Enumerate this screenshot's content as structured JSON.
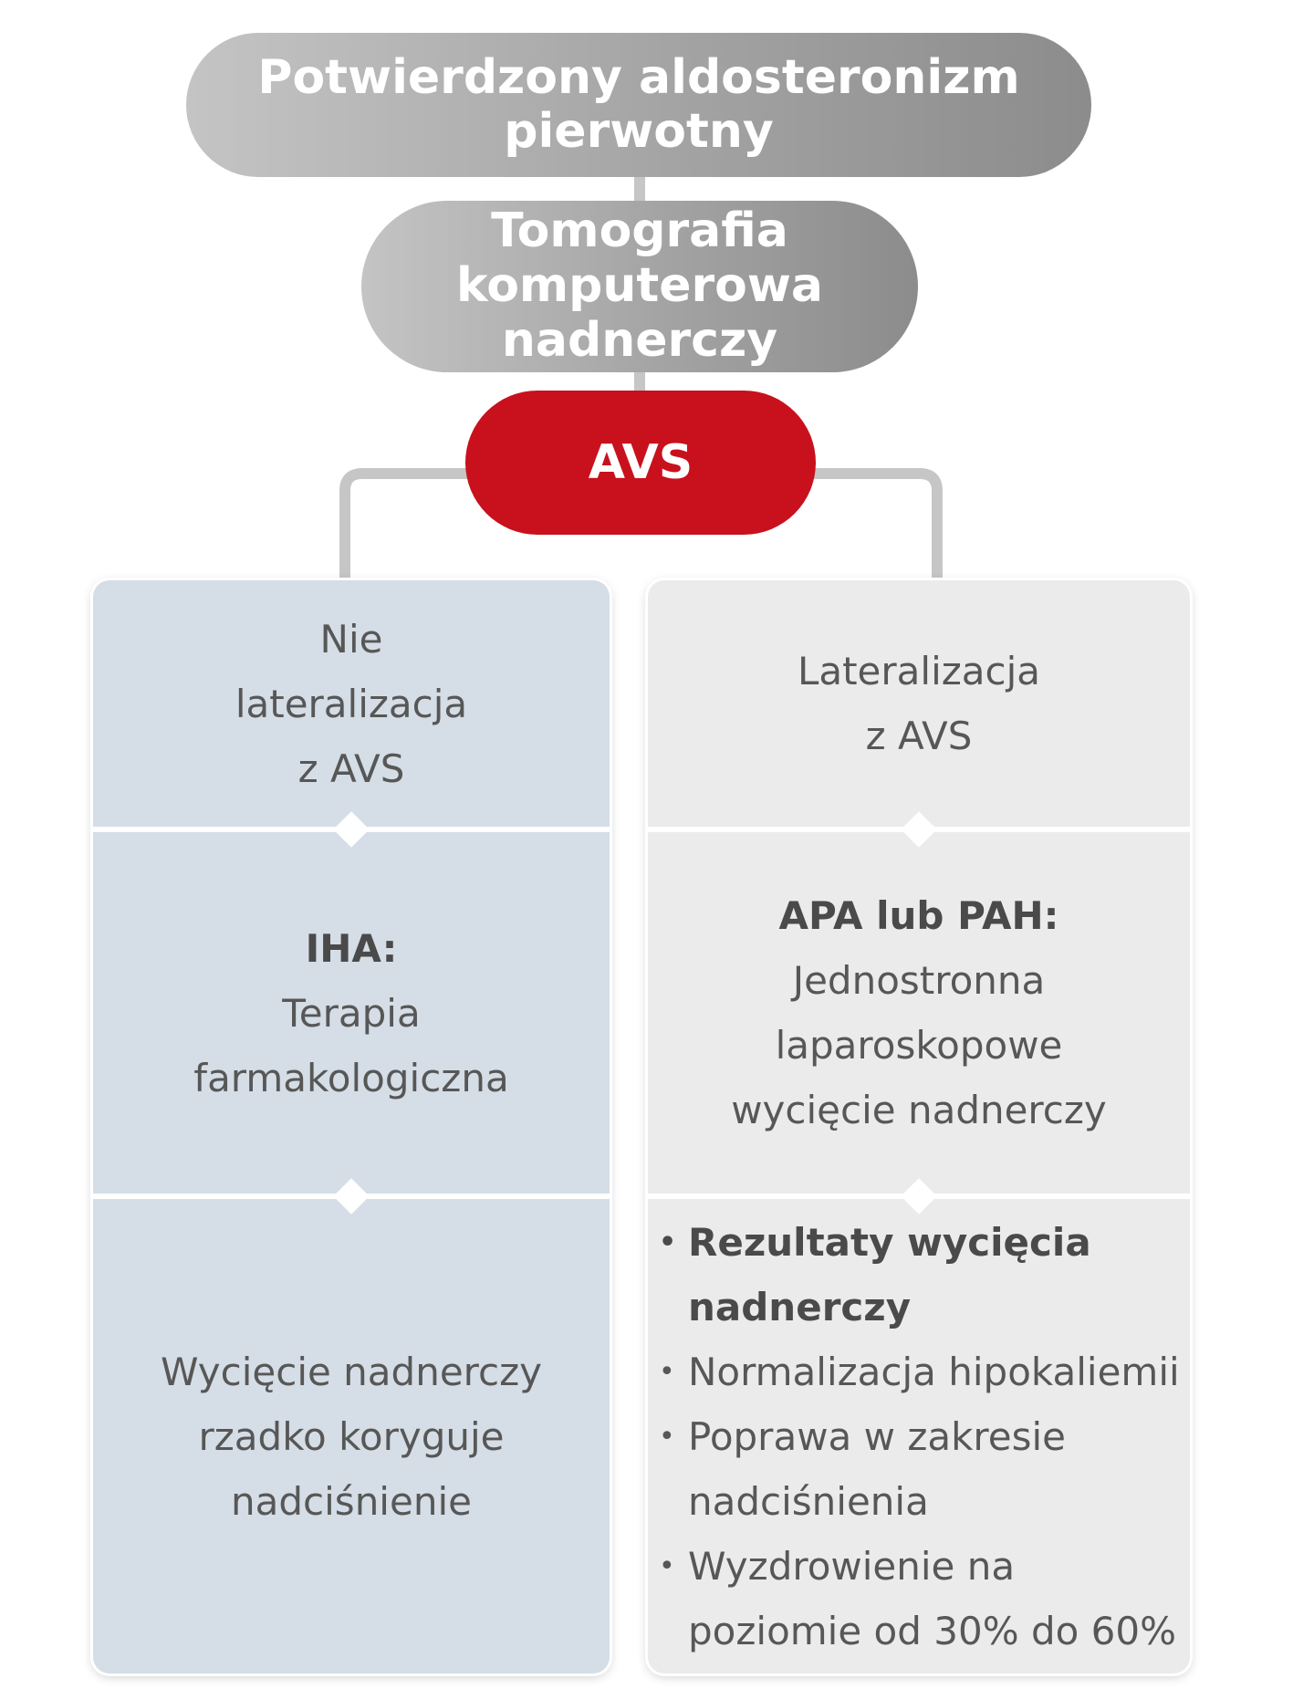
{
  "top": {
    "line1": "Potwierdzony aldosteronizm",
    "line2": "pierwotny"
  },
  "ct": {
    "line1": "Tomografia",
    "line2": "komputerowa",
    "line3": "nadnerczy"
  },
  "avs": "AVS",
  "left": {
    "header": [
      "Nie",
      "lateralizacja",
      "z AVS"
    ],
    "diag_title": "IHA:",
    "diag_text": [
      "Terapia",
      "farmakologiczna"
    ],
    "result": [
      "Wycięcie nadnerczy",
      "rzadko koryguje",
      "nadciśnienie"
    ]
  },
  "right": {
    "header": [
      "Lateralizacja",
      "z AVS"
    ],
    "diag_title": "APA lub PAH:",
    "diag_text": [
      "Jednostronna",
      "laparoskopowe",
      "wycięcie nadnerczy"
    ],
    "bullets": [
      {
        "text": "Rezultaty wycięcia nadnerczy",
        "bold": true
      },
      {
        "text": "Normalizacja hipokaliemii"
      },
      {
        "text": "Poprawa w zakresie nadciśnienia"
      },
      {
        "text": "Wyzdrowienie na poziomie od 30% do 60%"
      }
    ]
  },
  "colors": {
    "pill_grey": "#a3a3a3",
    "avs_red": "#c8111d",
    "left_column": "#d5dde6",
    "right_column": "#ebebeb",
    "connector": "#c6c6c6"
  }
}
